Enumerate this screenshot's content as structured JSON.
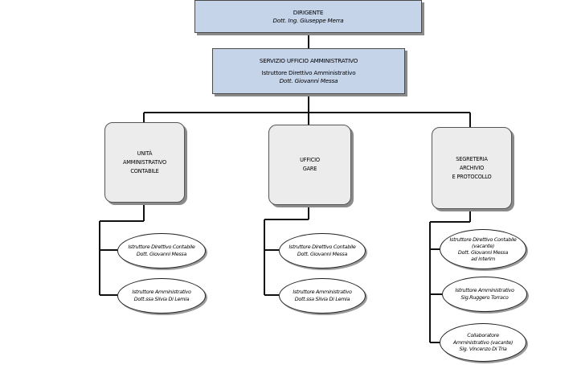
{
  "dirigente": {
    "title": "DIRIGENTE",
    "name": "Dott. Ing. Giuseppe Merra"
  },
  "servizio": {
    "title": "SERVIZIO UFFICIO AMMINISTRATIVO",
    "role": "Istruttore Direttivo Amministrativo",
    "name": "Dott. Giovanni Messa"
  },
  "units": [
    {
      "label_lines": [
        "UNITÀ",
        "AMMINISTRATIVO",
        "CONTABILE"
      ],
      "staff": [
        {
          "lines": [
            "Istruttore Direttivo Contabile",
            "Dott. Giovanni Messa"
          ]
        },
        {
          "lines": [
            "Istruttore Amministrativo",
            "Dott.ssa Silvia Di Lemia"
          ]
        }
      ]
    },
    {
      "label_lines": [
        "UFFICIO",
        "GARE"
      ],
      "staff": [
        {
          "lines": [
            "Istruttore Direttivo Contabile",
            "Dott. Giovanni Messa"
          ]
        },
        {
          "lines": [
            "Istruttore Amministrativo",
            "Dott.ssa Silvia Di Lemia"
          ]
        }
      ]
    },
    {
      "label_lines": [
        "SEGRETERIA",
        "ARCHIVIO",
        "E PROTOCOLLO"
      ],
      "staff": [
        {
          "lines": [
            "Istruttore Direttivo Contabile",
            "(vacante)",
            "Dott. Giovanni Messa",
            "ad interim"
          ]
        },
        {
          "lines": [
            "Istruttore Amministrativo",
            "Sig.Ruggero Torraco"
          ]
        },
        {
          "lines": [
            "Collaboratore",
            "Amministrativo (vacante)",
            "Sig. Vincenzo Di Tria"
          ]
        }
      ]
    }
  ]
}
